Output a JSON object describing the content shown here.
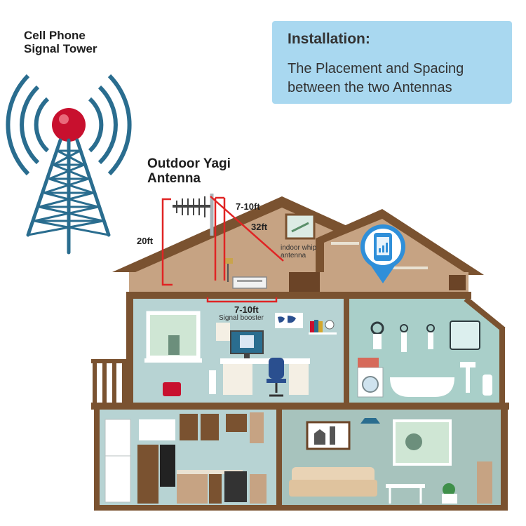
{
  "tower": {
    "label_line1": "Cell Phone",
    "label_line2": "Signal Tower",
    "icon": "cell-tower-icon"
  },
  "yagi": {
    "label_line1": "Outdoor Yagi",
    "label_line2": "Antenna",
    "icon": "yagi-antenna-icon"
  },
  "installation": {
    "title": "Installation:",
    "line1": "The Placement and Spacing",
    "line2": "between the two Antennas",
    "background": "#a9d8f0"
  },
  "dimensions": {
    "horizontal_top": "7-10ft",
    "diagonal": "32ft",
    "vertical": "20ft",
    "horizontal_bottom": "7-10ft"
  },
  "labels": {
    "indoor_line1": "indoor whip",
    "indoor_line2": "antenna",
    "booster": "Signal booster"
  },
  "colors": {
    "tower_blue": "#2a6d8f",
    "tower_red": "#c8102e",
    "cable_red": "#e02424",
    "roof_brown": "#c6a383",
    "wall_blue": "#b7d3d3",
    "trim_brown": "#7a5230",
    "phone_pin": "#2f8fd9"
  }
}
